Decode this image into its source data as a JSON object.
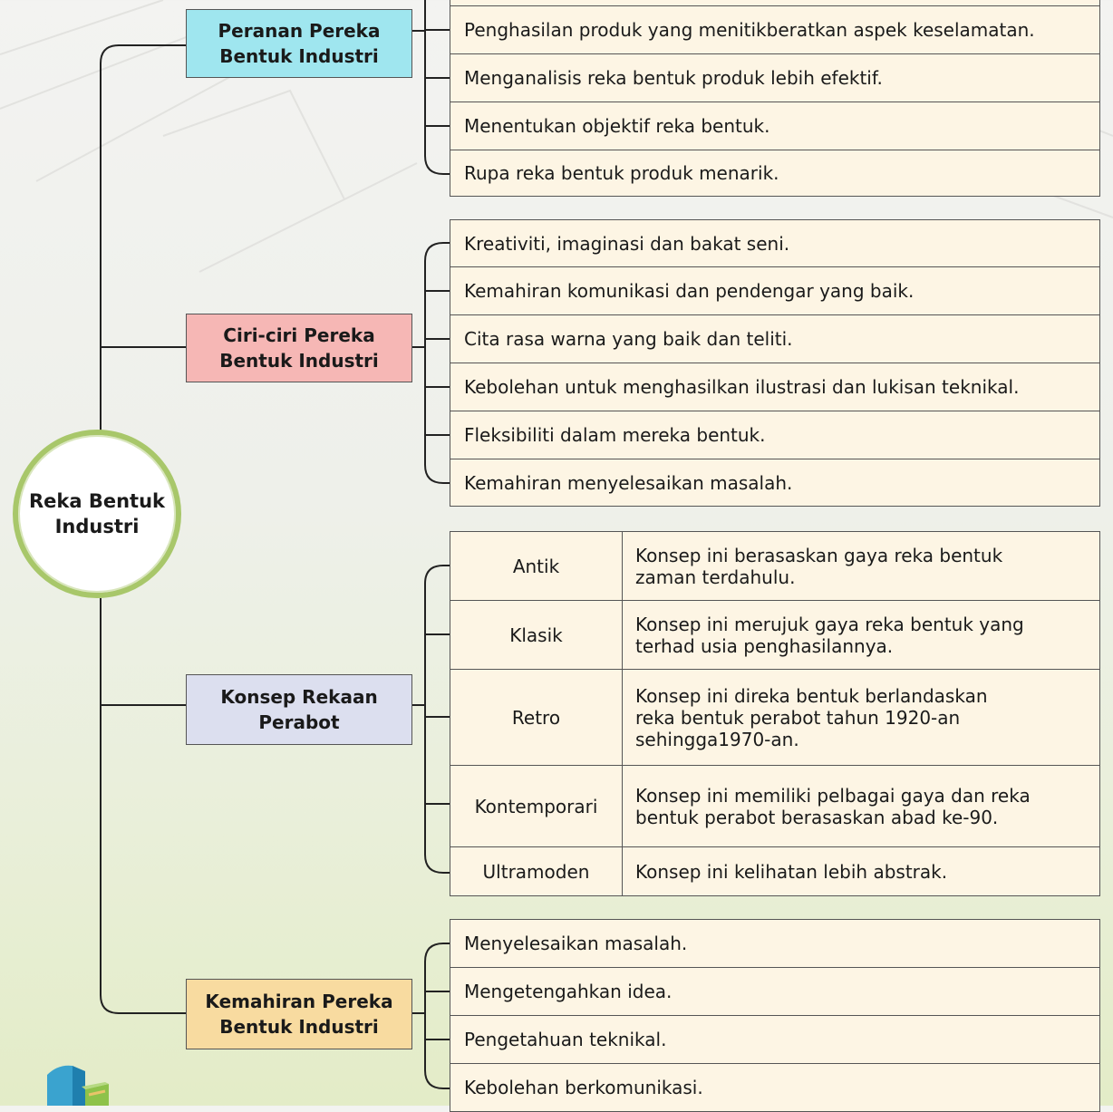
{
  "center": {
    "label": "Reka Bentuk Industri"
  },
  "colors": {
    "center_border": "#a8c76a",
    "peranan": "#9fe6ef",
    "ciri": "#f6b7b5",
    "konsep": "#dcdfef",
    "kemahiran": "#f8dba0",
    "item_fill": "#fdf5e4"
  },
  "branches": {
    "peranan": {
      "title": "Peranan Pereka Bentuk Industri",
      "items": [
        "Penghasilan produk yang menitikberatkan aspek keselamatan.",
        "Menganalisis reka bentuk produk lebih efektif.",
        "Menentukan objektif reka bentuk.",
        "Rupa reka bentuk produk menarik."
      ]
    },
    "ciri": {
      "title": "Ciri-ciri Pereka Bentuk Industri",
      "items": [
        "Kreativiti, imaginasi dan bakat seni.",
        "Kemahiran komunikasi dan pendengar yang baik.",
        "Cita rasa warna yang baik dan teliti.",
        "Kebolehan untuk menghasilkan ilustrasi dan lukisan teknikal.",
        "Fleksibiliti dalam mereka bentuk.",
        "Kemahiran menyelesaikan masalah."
      ]
    },
    "konsep": {
      "title": "Konsep Rekaan Perabot",
      "rows": [
        {
          "name": "Antik",
          "desc": [
            "Konsep ini berasaskan gaya reka bentuk",
            "zaman terdahulu."
          ]
        },
        {
          "name": "Klasik",
          "desc": [
            "Konsep ini merujuk gaya reka bentuk yang",
            "terhad usia penghasilannya."
          ]
        },
        {
          "name": "Retro",
          "desc": [
            "Konsep ini direka bentuk berlandaskan",
            "reka bentuk perabot tahun 1920-an",
            "sehingga1970-an."
          ]
        },
        {
          "name": "Kontemporari",
          "desc": [
            "Konsep ini memiliki pelbagai gaya dan reka",
            "bentuk perabot berasaskan abad ke-90."
          ]
        },
        {
          "name": "Ultramoden",
          "desc": [
            "Konsep ini kelihatan lebih abstrak."
          ]
        }
      ]
    },
    "kemahiran": {
      "title": "Kemahiran Pereka Bentuk Industri",
      "items": [
        "Menyelesaikan masalah.",
        "Mengetengahkan idea.",
        "Pengetahuan teknikal.",
        "Kebolehan berkomunikasi."
      ]
    }
  }
}
